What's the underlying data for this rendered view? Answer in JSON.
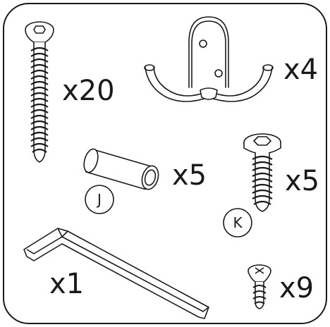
{
  "parts": [
    {
      "id": "long-screw",
      "icon": "long-countersunk-screw-icon",
      "quantity": "x20"
    },
    {
      "id": "double-hook",
      "icon": "double-coat-hook-icon",
      "quantity": "x4"
    },
    {
      "id": "dowel",
      "icon": "dowel-pin-icon",
      "label": "J",
      "quantity": "x5"
    },
    {
      "id": "cam-bolt",
      "icon": "hex-socket-bolt-icon",
      "label": "K",
      "quantity": "x5"
    },
    {
      "id": "allen-key",
      "icon": "allen-key-icon",
      "quantity": "x1"
    },
    {
      "id": "small-screw",
      "icon": "phillips-screw-icon",
      "quantity": "x9"
    }
  ]
}
